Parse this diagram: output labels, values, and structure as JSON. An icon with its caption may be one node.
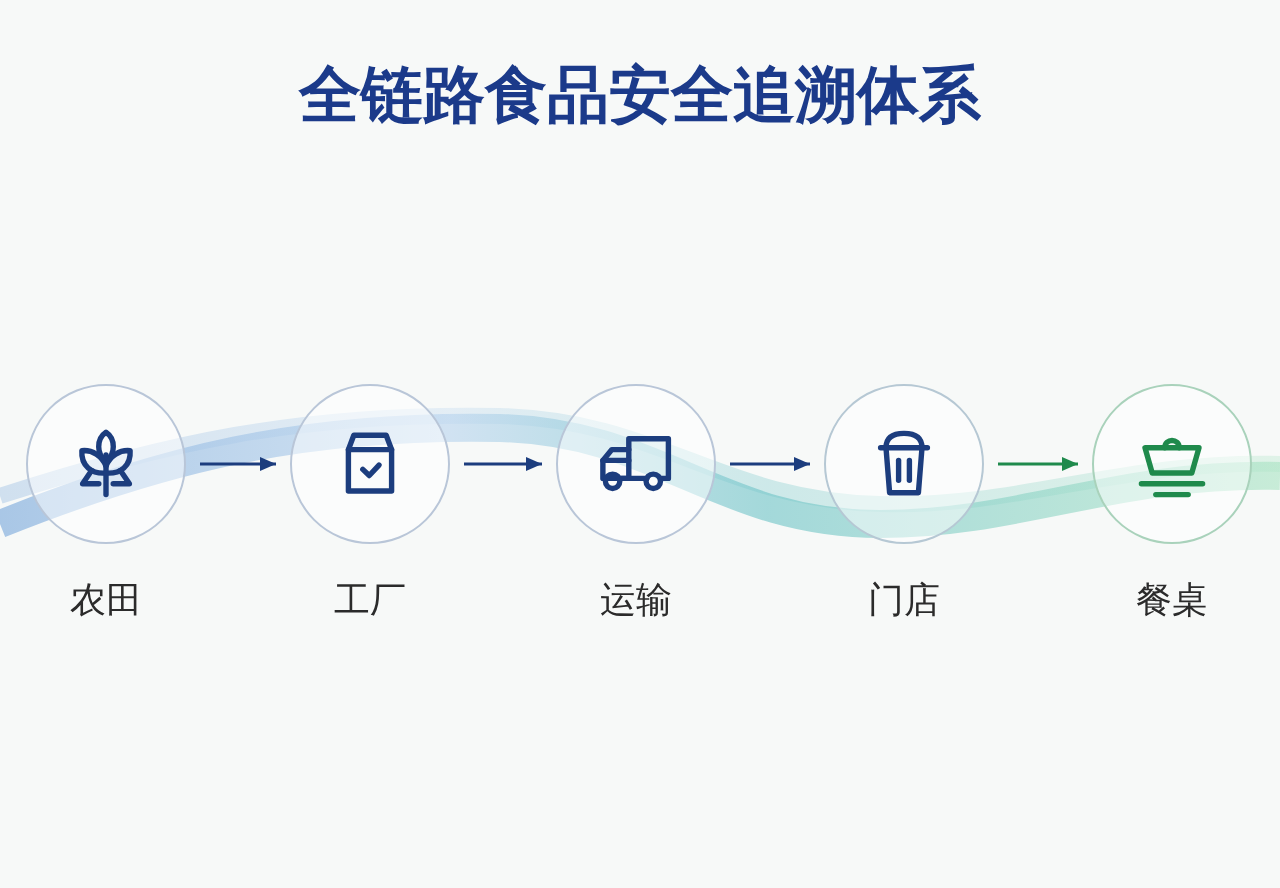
{
  "diagram": {
    "title": "全链路食品安全追溯体系",
    "nodes": [
      {
        "text": [],
        "shape": "circle",
        "beside": [
          "农田"
        ]
      },
      {
        "text": [],
        "shape": "circle",
        "beside": [
          "工厂"
        ]
      },
      {
        "text": [],
        "shape": "circle",
        "beside": [
          "运输"
        ]
      },
      {
        "text": [],
        "shape": "circle",
        "beside": [
          "门店"
        ]
      },
      {
        "text": [],
        "shape": "circle",
        "beside": [
          "餐桌"
        ]
      }
    ],
    "edges": [
      {
        "from": 0,
        "to": 1,
        "arrow": "to"
      },
      {
        "from": 1,
        "to": 2,
        "arrow": "to"
      },
      {
        "from": 2,
        "to": 3,
        "arrow": "to"
      },
      {
        "from": 3,
        "to": 4,
        "arrow": "to",
        "color": "#1f8a4c"
      }
    ]
  }
}
